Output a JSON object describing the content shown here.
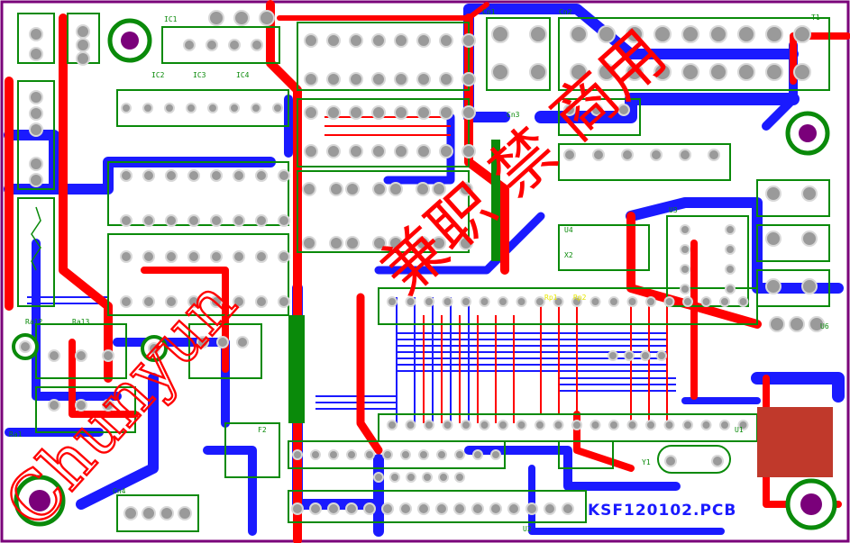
{
  "board": {
    "name": "KSF120102.PCB",
    "colors": {
      "top_copper": "#ff0000",
      "bottom_copper": "#1a1aff",
      "silkscreen": "#0a8a0a",
      "pad": "#9a9a9a",
      "outline": "#7a007a",
      "smd_block": "#c0392b",
      "background": "#ffffff"
    }
  },
  "watermark": {
    "signature": "Chunyun",
    "seal": "兼职 禁 商用"
  },
  "labels": {
    "cn1": "Cn1",
    "cn2": "Cn2",
    "cn3": "Cn3",
    "cn4": "Cn4",
    "ic1": "IC1",
    "ic2": "IC2",
    "ic3": "IC3",
    "ic4": "IC4",
    "rp1": "Rp1",
    "rp2": "Rp2",
    "u1": "U1",
    "u2": "U2",
    "u3": "U3",
    "u4": "U4",
    "u6": "U6",
    "ra12": "Ra12",
    "ra13": "Ra13",
    "ra1": "Ra1",
    "f2": "F2",
    "x2": "X2",
    "y1": "Y1",
    "t1": "T1"
  }
}
